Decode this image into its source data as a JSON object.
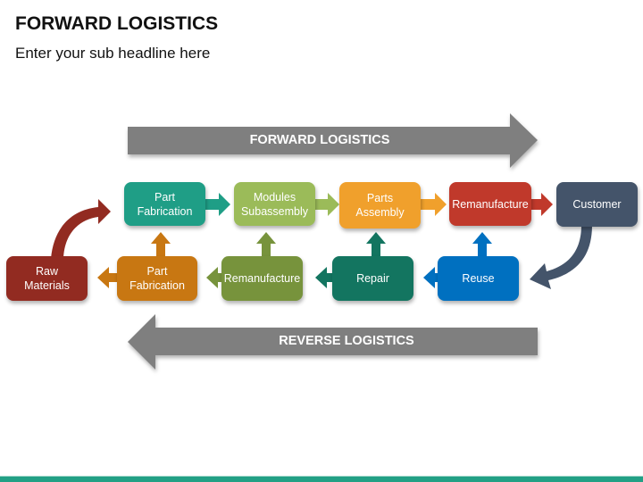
{
  "header": {
    "title": "FORWARD LOGISTICS",
    "subtitle": "Enter your sub headline here"
  },
  "banners": {
    "forward": {
      "label": "FORWARD LOGISTICS",
      "direction": "right",
      "color": "#7f7f7f"
    },
    "reverse": {
      "label": "REVERSE LOGISTICS",
      "direction": "left",
      "color": "#7f7f7f"
    }
  },
  "forward_flow": [
    {
      "label": "Part\nFabrication",
      "color": "#1f9e86"
    },
    {
      "label": "Modules\nSubassembly",
      "color": "#9bbb59"
    },
    {
      "label": "Parts\nAssembly",
      "color": "#f0a02c"
    },
    {
      "label": "Remanufacture",
      "color": "#c0392b"
    },
    {
      "label": "Customer",
      "color": "#44546a"
    }
  ],
  "reverse_flow": [
    {
      "label": "Raw\nMaterials",
      "color": "#922b21"
    },
    {
      "label": "Part\nFabrication",
      "color": "#c87712"
    },
    {
      "label": "Remanufacture",
      "color": "#77933c"
    },
    {
      "label": "Repair",
      "color": "#137560"
    },
    {
      "label": "Reuse",
      "color": "#0070c0"
    }
  ],
  "footer": {
    "color": "#22a085"
  }
}
